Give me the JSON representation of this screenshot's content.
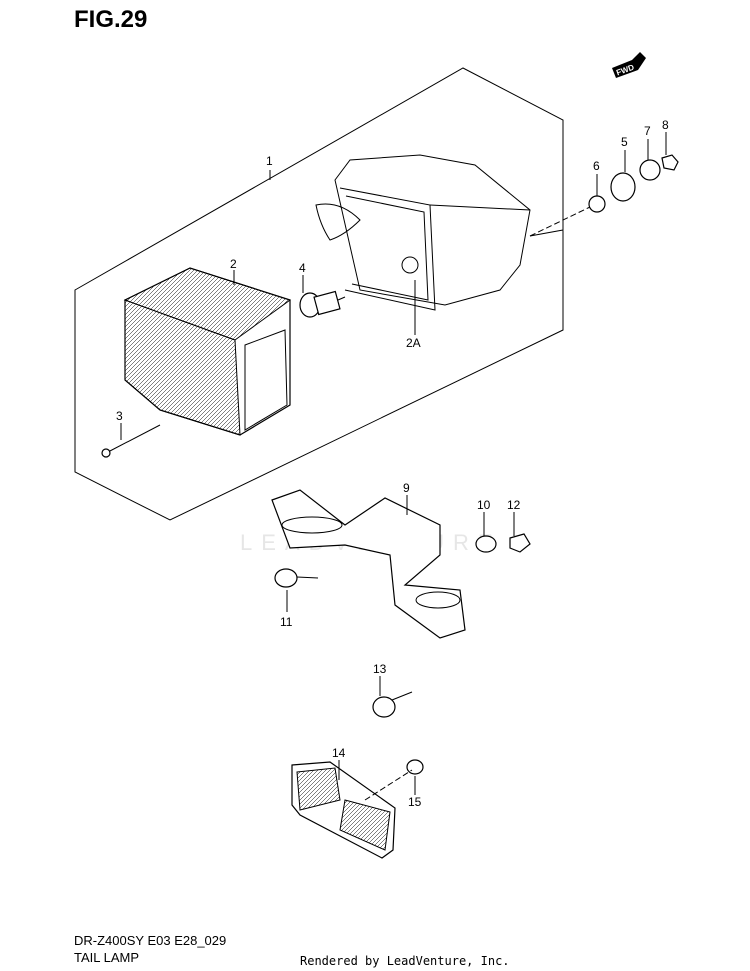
{
  "figure": {
    "title": "FIG.29"
  },
  "direction_badge": "FWD",
  "watermark": "LEADVENTURE",
  "callouts": {
    "p1": "1",
    "p2": "2",
    "p2a": "2A",
    "p3": "3",
    "p4": "4",
    "p5": "5",
    "p6": "6",
    "p7": "7",
    "p8": "8",
    "p9": "9",
    "p10": "10",
    "p11": "11",
    "p12": "12",
    "p13": "13",
    "p14": "14",
    "p15": "15"
  },
  "footer": {
    "model_code": "DR-Z400SY E03 E28_029",
    "section_name": "TAIL LAMP",
    "rendered_by": "Rendered by LeadVenture, Inc."
  }
}
